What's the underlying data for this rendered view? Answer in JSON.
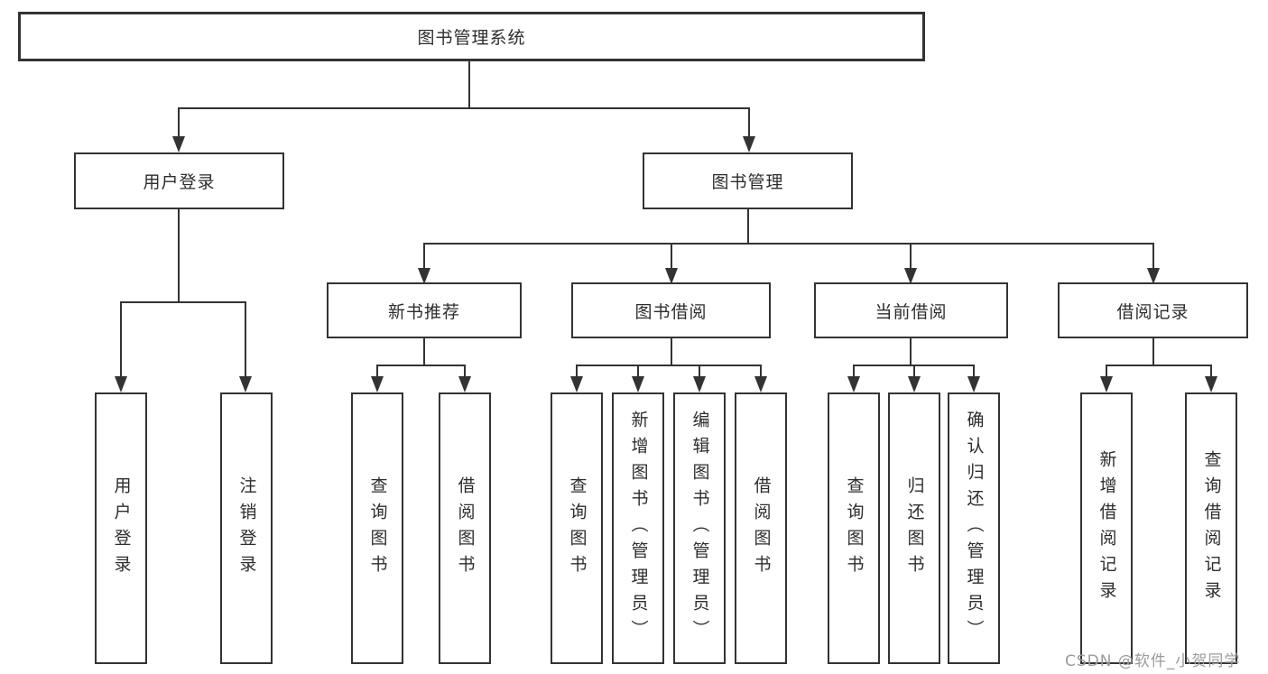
{
  "tree": {
    "root": {
      "label": "图书管理系统"
    },
    "branches": [
      {
        "label": "用户登录",
        "children": [
          {
            "label": "用户登录"
          },
          {
            "label": "注销登录"
          }
        ]
      },
      {
        "label": "图书管理",
        "children": [
          {
            "label": "新书推荐",
            "children": [
              {
                "label": "查询图书"
              },
              {
                "label": "借阅图书"
              }
            ]
          },
          {
            "label": "图书借阅",
            "children": [
              {
                "label": "查询图书"
              },
              {
                "label": "新增图书（管理员）"
              },
              {
                "label": "编辑图书（管理员）"
              },
              {
                "label": "借阅图书"
              }
            ]
          },
          {
            "label": "当前借阅",
            "children": [
              {
                "label": "查询图书"
              },
              {
                "label": "归还图书"
              },
              {
                "label": "确认归还（管理员）"
              }
            ]
          },
          {
            "label": "借阅记录",
            "children": [
              {
                "label": "新增借阅记录"
              },
              {
                "label": "查询借阅记录"
              }
            ]
          }
        ]
      }
    ]
  },
  "watermark": "CSDN @软件_小贺同学",
  "colors": {
    "line": "#333333",
    "text": "#2d2d2d",
    "watermark": "#9b9b9b",
    "background": "#ffffff"
  }
}
